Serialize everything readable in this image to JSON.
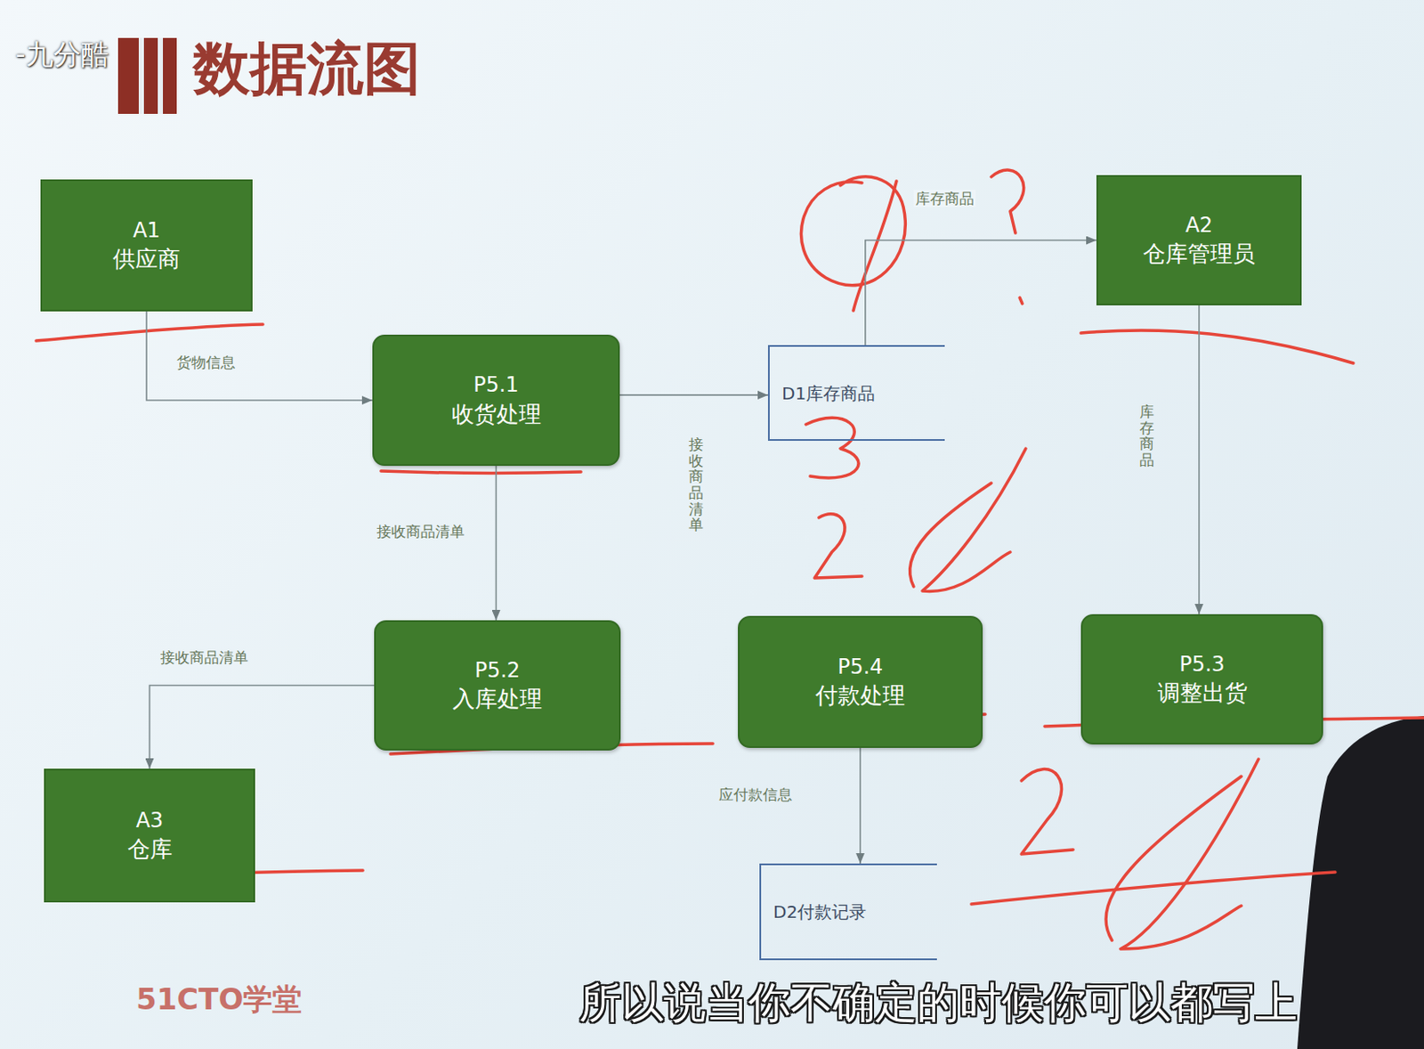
{
  "diagram": {
    "title": "数据流图",
    "nodes": [
      {
        "text": [
          "A1",
          "供应商"
        ]
      },
      {
        "text": [
          "P5.1",
          "收货处理"
        ]
      },
      {
        "text": [
          "D1库存商品"
        ]
      },
      {
        "text": [
          "A2",
          "仓库管理员"
        ]
      },
      {
        "text": [
          "P5.2",
          "入库处理"
        ]
      },
      {
        "text": [
          "P5.4",
          "付款处理"
        ]
      },
      {
        "text": [
          "P5.3",
          "调整出货"
        ]
      },
      {
        "text": [
          "A3",
          "仓库"
        ]
      },
      {
        "text": [
          "D2付款记录"
        ]
      }
    ],
    "edges": [
      {
        "from": 0,
        "to": 1,
        "label": "货物信息",
        "arrow": "to"
      },
      {
        "from": 1,
        "to": 2,
        "label": "接收商品清单",
        "arrow": "to"
      },
      {
        "from": 2,
        "to": 3,
        "label": "库存商品",
        "arrow": "to"
      },
      {
        "from": 3,
        "to": 6,
        "label": "库存商品",
        "arrow": "to"
      },
      {
        "from": 1,
        "to": 4,
        "label": "接收商品清单",
        "arrow": "to"
      },
      {
        "from": 4,
        "to": 7,
        "label": "接收商品清单",
        "arrow": "to"
      },
      {
        "from": 5,
        "to": 8,
        "label": "应付款信息",
        "arrow": "to"
      }
    ],
    "labels": [
      "-九分酷",
      "51CTO学堂",
      "所以说当你不确定的时候你可以都写上"
    ]
  }
}
